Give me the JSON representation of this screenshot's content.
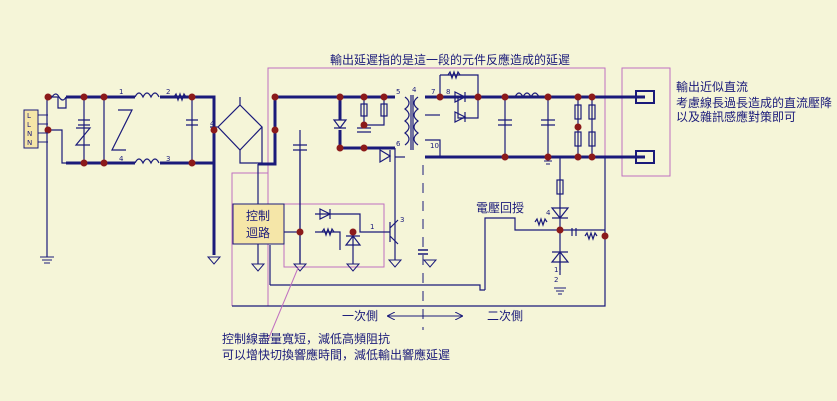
{
  "connector_pins": [
    "L",
    "L",
    "N",
    "N"
  ],
  "annotations": {
    "top_delay": "輸出延遲指的是這一段的元件反應造成的延遲",
    "output_dc": "輸出近似直流",
    "long_line_line1": "考慮線長過長造成的直流壓降",
    "long_line_line2": "以及雜訊感應對策即可",
    "voltage_feedback": "電壓回授",
    "control_loop_line1": "控制",
    "control_loop_line2": "迴路",
    "primary_side": "一次側",
    "secondary_side": "二次側",
    "note_line1": "控制線盡量寬短，減低高頻阻抗",
    "note_line2": "可以增快切換響應時間，減低輸出響應延遲"
  },
  "pin_numbers": {
    "emi_in_top": "1",
    "emi_out_top": "2",
    "emi_in_bottom": "4",
    "emi_out_bottom": "3",
    "bridge_in": "4",
    "xfmr_p1": "5",
    "xfmr_p2": "6",
    "xfmr_p3": "4",
    "xfmr_s1": "7",
    "xfmr_s2": "8",
    "xfmr_s3": "10",
    "fb_pin": "1",
    "opto_pin_a": "3",
    "opto_pin_b": "4",
    "ref_pin_a": "1",
    "ref_pin_b": "2"
  },
  "colors": {
    "background": "#f5f5d8",
    "wire": "#1a1a7a",
    "node": "#8b1a1a",
    "box": "#c070c0",
    "text": "#1a1a7a",
    "control_box": "#f5e6a8"
  }
}
